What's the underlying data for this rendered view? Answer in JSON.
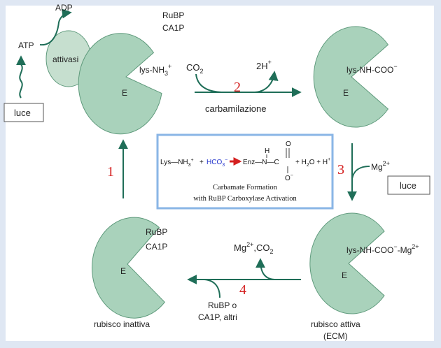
{
  "top_left": {
    "adp": "ADP",
    "atp": "ATP",
    "activase": "attivasi",
    "light_box": "luce",
    "rubp": "RuBP",
    "ca1p": "CA1P",
    "site": "lys-NH",
    "site_sub": "3",
    "site_sup": "+",
    "enzyme": "E"
  },
  "step2": {
    "number": "2",
    "co2": "CO",
    "co2_sub": "2",
    "h": "2H",
    "h_sup": "+",
    "label": "carbamilazione"
  },
  "top_right": {
    "site": "lys-NH-COO",
    "site_sup": "−",
    "enzyme": "E"
  },
  "step3": {
    "number": "3",
    "mg": "Mg",
    "mg_sup": "2+",
    "light_box": "luce"
  },
  "bottom_right": {
    "site": "lys-NH-COO",
    "site_sup1": "−",
    "site_mid": "-Mg",
    "site_sup2": "2+",
    "enzyme": "E",
    "name_line1": "rubisco attiva",
    "name_line2": "(ECM)"
  },
  "step4": {
    "number": "4",
    "mg_co2_a": "Mg",
    "mg_co2_sup": "2+",
    "mg_co2_b": ",CO",
    "mg_co2_sub": "2",
    "in_line1": "RuBP o",
    "in_line2": "CA1P, altri"
  },
  "bottom_left": {
    "rubp": "RuBP",
    "ca1p": "CA1P",
    "enzyme": "E",
    "name": "rubisco inattiva"
  },
  "step1": {
    "number": "1"
  },
  "inset": {
    "lys": "Lys—NH",
    "lys_sub": "3",
    "lys_sup": "+",
    "plus1": "+",
    "hco3": "HCO",
    "hco3_sub": "3",
    "hco3_sup": "−",
    "enz": "Enz—N—C",
    "h_atom": "H",
    "o_top": "O",
    "o_bottom": "O",
    "o_bottom_sup": "−",
    "water": "+ H",
    "water_sub": "2",
    "water_o": "O + H",
    "water_sup": "+",
    "caption1": "Carbamate Formation",
    "caption2": "with RuBP Carboxylase Activation"
  },
  "colors": {
    "enzyme_fill": "#a9d2bb",
    "enzyme_stroke": "#5f9a7c",
    "arrow": "#1f6e58",
    "step_number": "#d42020",
    "inset_border": "#8ab6e6",
    "background_border": "#dfe7f3"
  },
  "icons": {
    "light": "wavy-light-arrow-icon",
    "enzyme": "pacman-enzyme-shape",
    "equation_arrow": "red-right-arrow-icon"
  }
}
